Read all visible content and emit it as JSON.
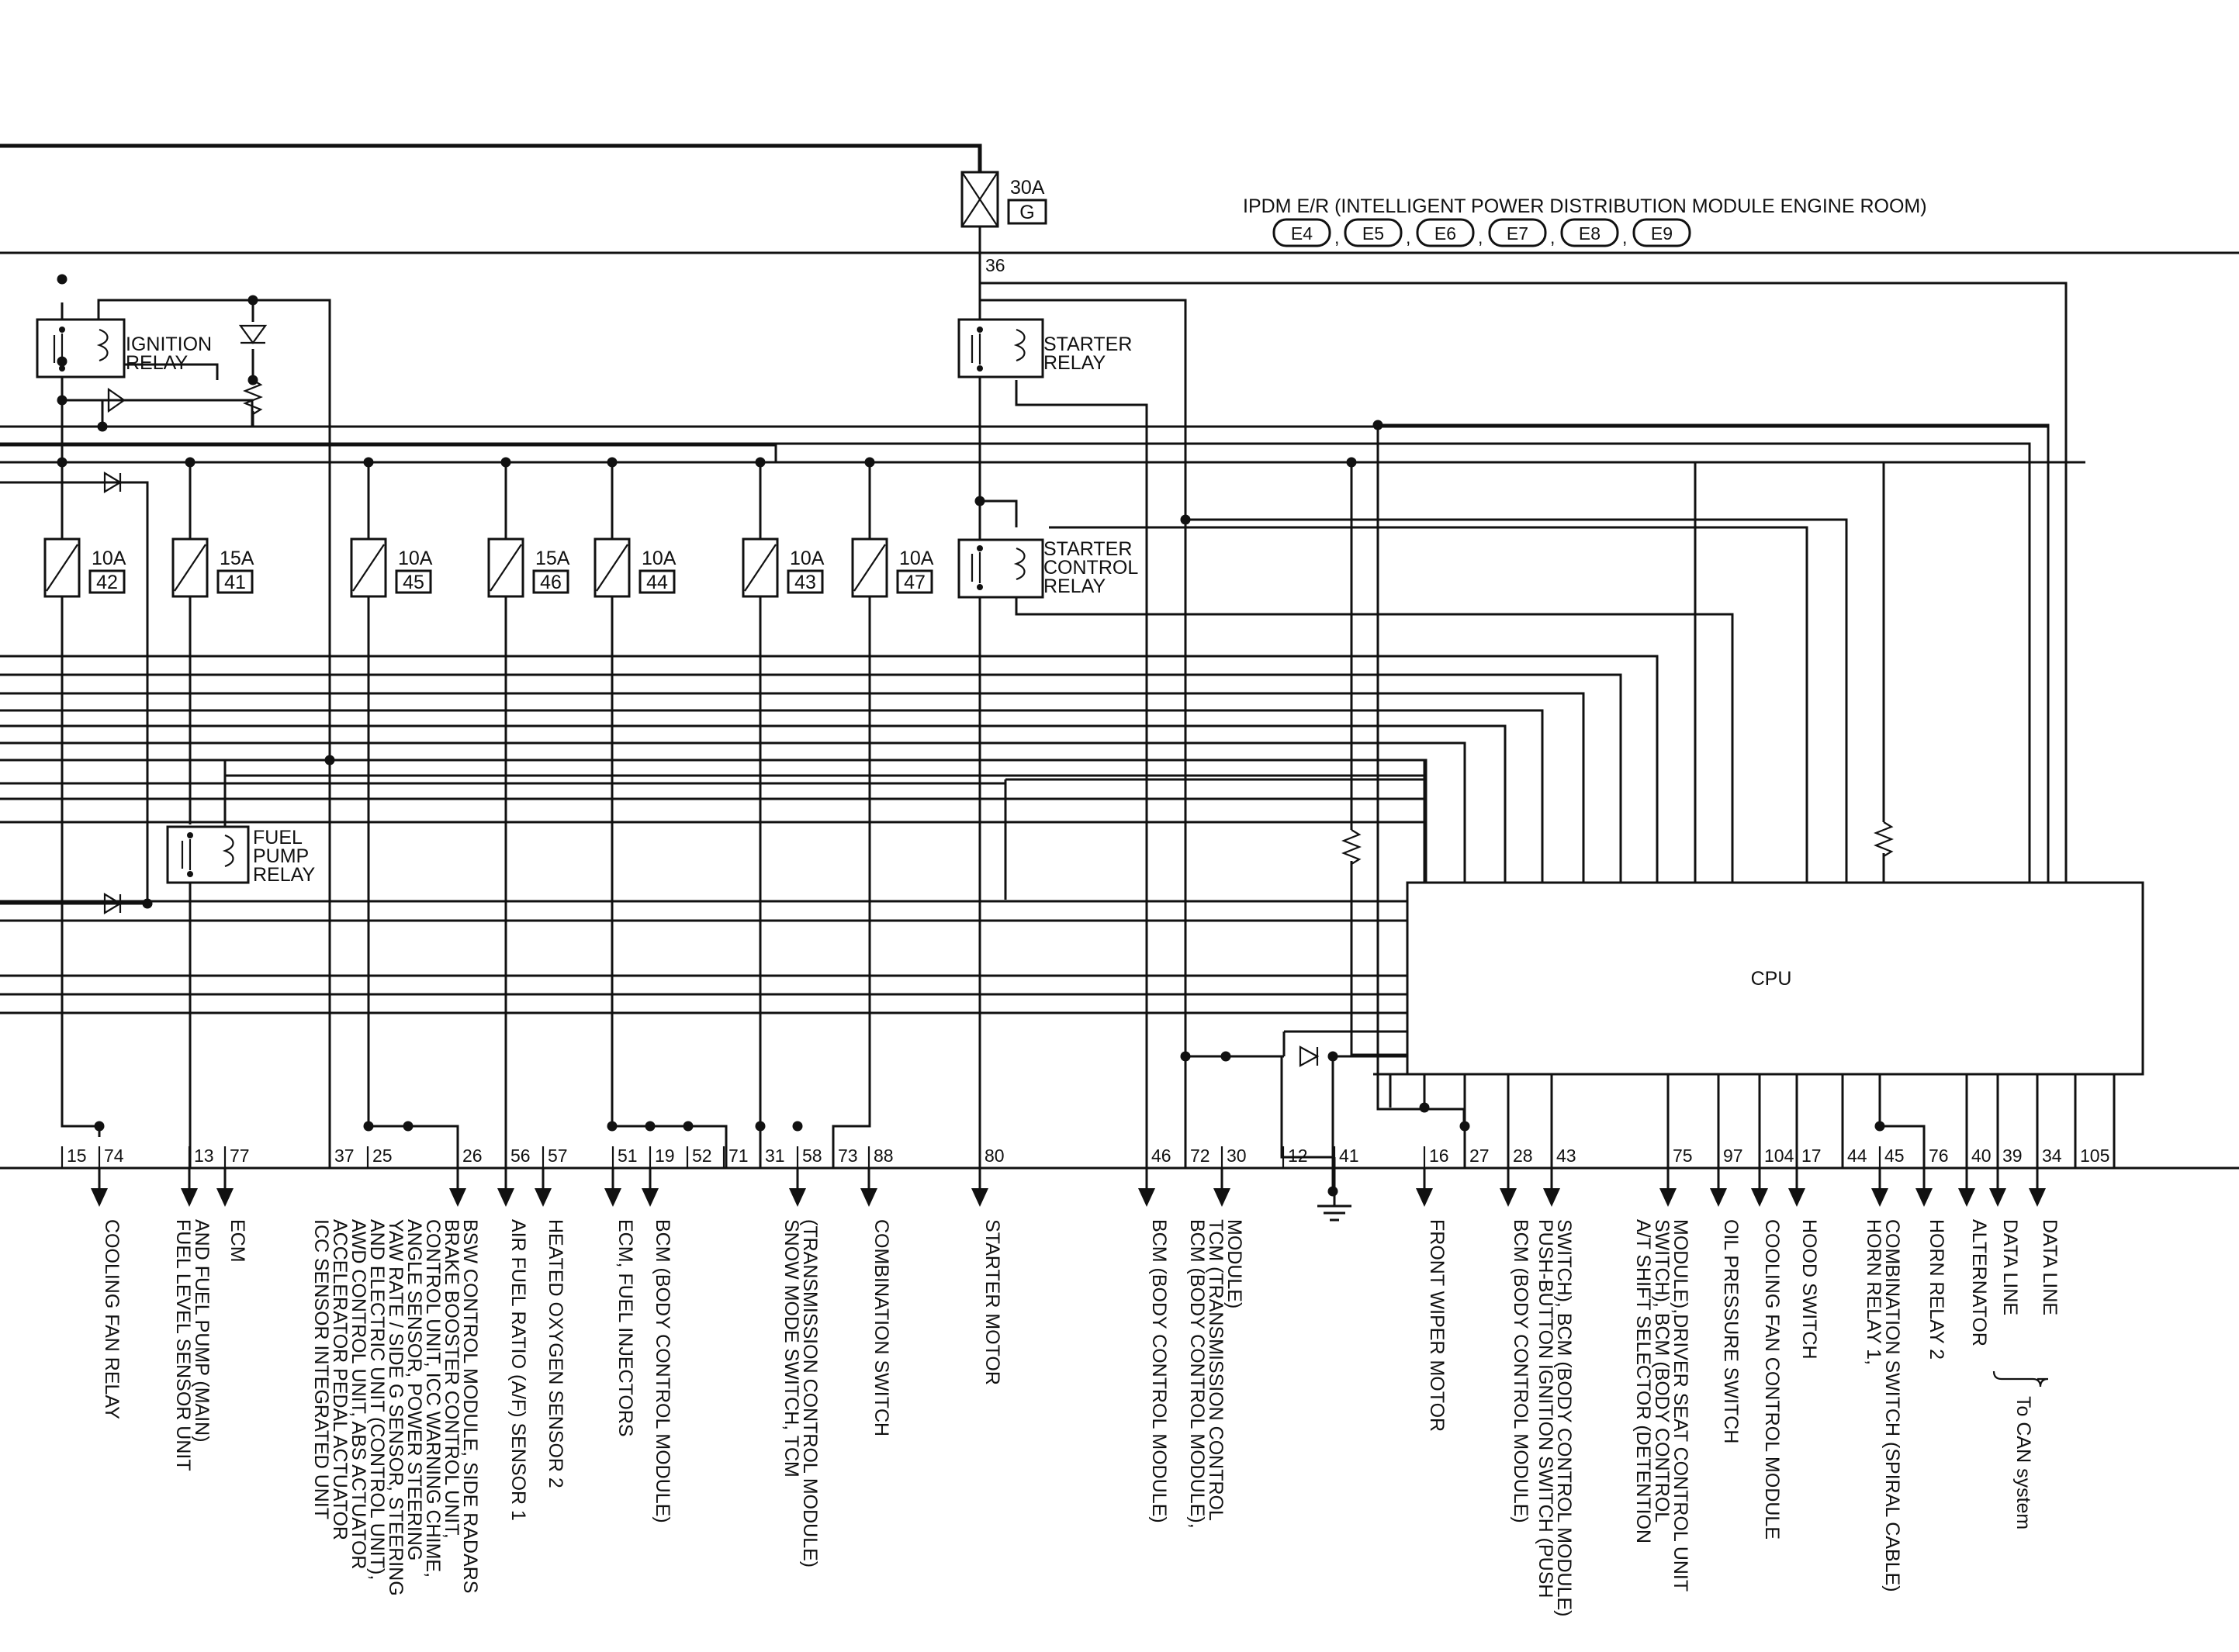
{
  "module": {
    "title": "IPDM E/R (INTELLIGENT POWER DISTRIBUTION MODULE ENGINE ROOM)",
    "connectors": [
      "E4",
      "E5",
      "E6",
      "E7",
      "E8",
      "E9"
    ],
    "cpu_label": "CPU"
  },
  "main_fuse": {
    "rating": "30A",
    "id": "G",
    "pin": "36"
  },
  "relays": {
    "ignition": "IGNITION\nRELAY",
    "starter": "STARTER\nRELAY",
    "starter_control": "STARTER\nCONTROL\nRELAY",
    "fuel_pump": "FUEL\nPUMP\nRELAY"
  },
  "fuses": [
    {
      "rating": "10A",
      "id": "42"
    },
    {
      "rating": "15A",
      "id": "41"
    },
    {
      "rating": "10A",
      "id": "45"
    },
    {
      "rating": "15A",
      "id": "46"
    },
    {
      "rating": "10A",
      "id": "44"
    },
    {
      "rating": "10A",
      "id": "43"
    },
    {
      "rating": "10A",
      "id": "47"
    }
  ],
  "pins": [
    "15",
    "74",
    "13",
    "77",
    "37",
    "25",
    "26",
    "56",
    "57",
    "51",
    "19",
    "52",
    "71",
    "31",
    "58",
    "73",
    "88",
    "80",
    "46",
    "72",
    "30",
    "12",
    "41",
    "16",
    "27",
    "28",
    "43",
    "75",
    "97",
    "104",
    "17",
    "44",
    "45",
    "76",
    "40",
    "39",
    "34",
    "105"
  ],
  "destinations": [
    "COOLING FAN RELAY",
    "FUEL LEVEL SENSOR UNIT\nAND FUEL PUMP (MAIN)",
    "ECM",
    "ICC SENSOR INTEGRATED UNIT\nACCELERATOR PEDAL ACTUATOR\nAWD CONTROL UNIT, ABS ACTUATOR\nAND ELECTRIC UNIT (CONTROL UNIT),\nYAW RATE / SIDE G SENSOR, STEERING\nANGLE SENSOR, POWER STEERING\nCONTROL UNIT, ICC WARNING CHIME,\nBRAKE BOOSTER CONTROL UNIT,\nBSW CONTROL MODULE, SIDE RADARS",
    "AIR FUEL RATIO (A/F) SENSOR 1",
    "HEATED OXYGEN SENSOR 2",
    "ECM, FUEL INJECTORS",
    "BCM (BODY CONTROL MODULE)",
    "SNOW MODE SWITCH, TCM\n(TRANSMISSION CONTROL MODULE)",
    "COMBINATION SWITCH",
    "STARTER MOTOR",
    "BCM (BODY CONTROL MODULE)",
    "BCM (BODY CONTROL MODULE),\nTCM (TRANSMISSION CONTROL\nMODULE)",
    "FRONT WIPER MOTOR",
    "BCM (BODY CONTROL MODULE)",
    "PUSH-BUTTON IGNITION SWITCH (PUSH\nSWITCH), BCM (BODY CONTROL MODULE)",
    "A/T SHIFT SELECTOR (DETENTION\nSWITCH), BCM (BODY CONTROL\nMODULE),DRIVER SEAT CONTROL UNIT",
    "OIL PRESSURE SWITCH",
    "COOLING FAN CONTROL MODULE",
    "HOOD SWITCH",
    "HORN RELAY 1,\nCOMBINATION SWITCH (SPIRAL CABLE)",
    "HORN RELAY 2",
    "ALTERNATOR",
    "DATA LINE",
    "DATA LINE"
  ],
  "can_note": "To CAN system"
}
